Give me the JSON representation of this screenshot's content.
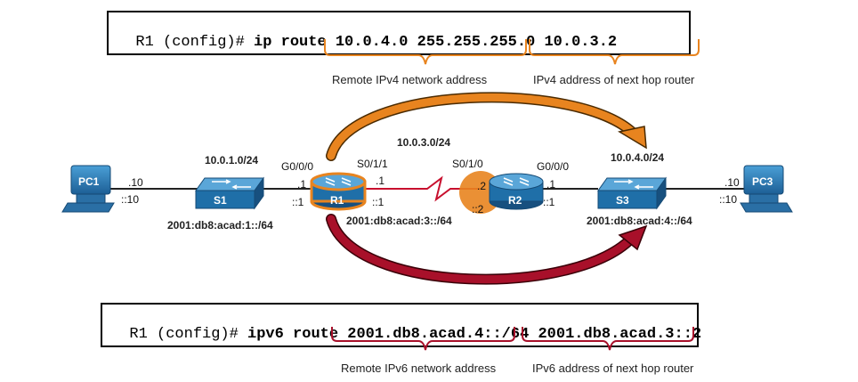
{
  "ipv4_command": {
    "prompt": "R1 (config)# ",
    "command": "ip route 10.0.4.0 255.255.255.0 10.0.3.2"
  },
  "ipv6_command": {
    "prompt": "R1 (config)# ",
    "command": "ipv6 route 2001.db8.acad.4::/64 2001.db8.acad.3::2"
  },
  "annotations": {
    "ipv4_network": "Remote IPv4 network address",
    "ipv4_nexthop": "IPv4 address of next hop router",
    "ipv6_network": "Remote IPv6 network address",
    "ipv6_nexthop": "IPv6 address of next hop router"
  },
  "devices": {
    "pc1": "PC1",
    "pc3": "PC3",
    "s1": "S1",
    "s3": "S3",
    "r1": "R1",
    "r2": "R2"
  },
  "networks": {
    "lan1_v4": "10.0.1.0/24",
    "lan1_v6": "2001:db8:acad:1::/64",
    "wan_v4": "10.0.3.0/24",
    "wan_v6": "2001:db8:acad:3::/64",
    "lan4_v4": "10.0.4.0/24",
    "lan4_v6": "2001:db8:acad:4::/64"
  },
  "interfaces": {
    "r1_g": "G0/0/0",
    "r1_s": "S0/1/1",
    "r2_s": "S0/1/0",
    "r2_g": "G0/0/0"
  },
  "addresses": {
    "pc1_v4": ".10",
    "pc1_v6": "::10",
    "r1_g_v4": ".1",
    "r1_g_v6": "::1",
    "r1_s_v4": ".1",
    "r1_s_v6": "::1",
    "r2_s_v4": ".2",
    "r2_s_v6": "::2",
    "r2_g_v4": ".1",
    "r2_g_v6": "::1",
    "pc3_v4": ".10",
    "pc3_v6": "::10"
  },
  "colors": {
    "ipv4_accent": "#e8841f",
    "ipv6_accent": "#a8102a",
    "device_blue": "#1f6fa8",
    "serial_link": "#c8102e"
  }
}
